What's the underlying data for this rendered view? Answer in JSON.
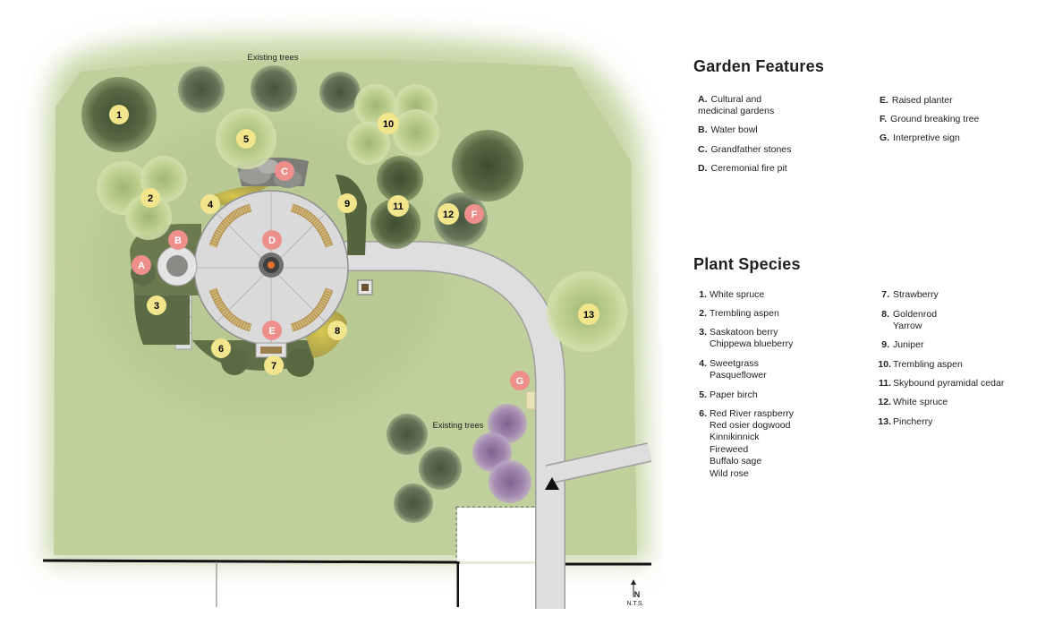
{
  "plan": {
    "labels": {
      "existing_trees_top": "Existing trees",
      "existing_trees_bottom": "Existing trees",
      "north": "N",
      "scale": "N.T.S."
    },
    "markers": {
      "m1": "1",
      "m2": "2",
      "m3": "3",
      "m4": "4",
      "m5": "5",
      "m6": "6",
      "m7": "7",
      "m8": "8",
      "m9": "9",
      "m10": "10",
      "m11": "11",
      "m12": "12",
      "m13": "13",
      "mA": "A",
      "mB": "B",
      "mC": "C",
      "mD": "D",
      "mE": "E",
      "mF": "F",
      "mG": "G"
    },
    "colors": {
      "grass": "#c4d3a3",
      "grass_dark": "#a9bf86",
      "paving": "#dcdcdc",
      "paving_edge": "#a9a9a9",
      "marker_number": "#f2e58c",
      "marker_letter": "#ef8f8c",
      "tree_dark": "#4d5e3e",
      "tree_light": "#b7c98a",
      "tree_purple": "#9b7fa8",
      "bench": "#c8a868"
    }
  },
  "garden_features": {
    "title": "Garden Features",
    "items": [
      {
        "key": "A.",
        "lines": [
          "Cultural and",
          "medicinal gardens"
        ]
      },
      {
        "key": "B.",
        "lines": [
          "Water bowl"
        ]
      },
      {
        "key": "C.",
        "lines": [
          "Grandfather stones"
        ]
      },
      {
        "key": "D.",
        "lines": [
          "Ceremonial fire pit"
        ]
      },
      {
        "key": "E.",
        "lines": [
          "Raised planter"
        ]
      },
      {
        "key": "F.",
        "lines": [
          "Ground breaking tree"
        ]
      },
      {
        "key": "G.",
        "lines": [
          "Interpretive sign"
        ]
      }
    ]
  },
  "plant_species": {
    "title": "Plant Species",
    "items": [
      {
        "key": "1.",
        "lines": [
          "White spruce"
        ]
      },
      {
        "key": "2.",
        "lines": [
          "Trembling aspen"
        ]
      },
      {
        "key": "3.",
        "lines": [
          "Saskatoon berry",
          "Chippewa blueberry"
        ]
      },
      {
        "key": "4.",
        "lines": [
          "Sweetgrass",
          "Pasqueflower"
        ]
      },
      {
        "key": "5.",
        "lines": [
          "Paper birch"
        ]
      },
      {
        "key": "6.",
        "lines": [
          "Red River raspberry",
          "Red osier dogwood",
          "Kinnikinnick",
          "Fireweed",
          "Buffalo sage",
          "Wild rose"
        ]
      },
      {
        "key": "7.",
        "lines": [
          "Strawberry"
        ]
      },
      {
        "key": "8.",
        "lines": [
          "Goldenrod",
          "Yarrow"
        ]
      },
      {
        "key": "9.",
        "lines": [
          "Juniper"
        ]
      },
      {
        "key": "10.",
        "lines": [
          "Trembling aspen"
        ]
      },
      {
        "key": "11.",
        "lines": [
          "Skybound pyramidal cedar"
        ]
      },
      {
        "key": "12.",
        "lines": [
          "White spruce"
        ]
      },
      {
        "key": "13.",
        "lines": [
          "Pincherry"
        ]
      }
    ]
  }
}
